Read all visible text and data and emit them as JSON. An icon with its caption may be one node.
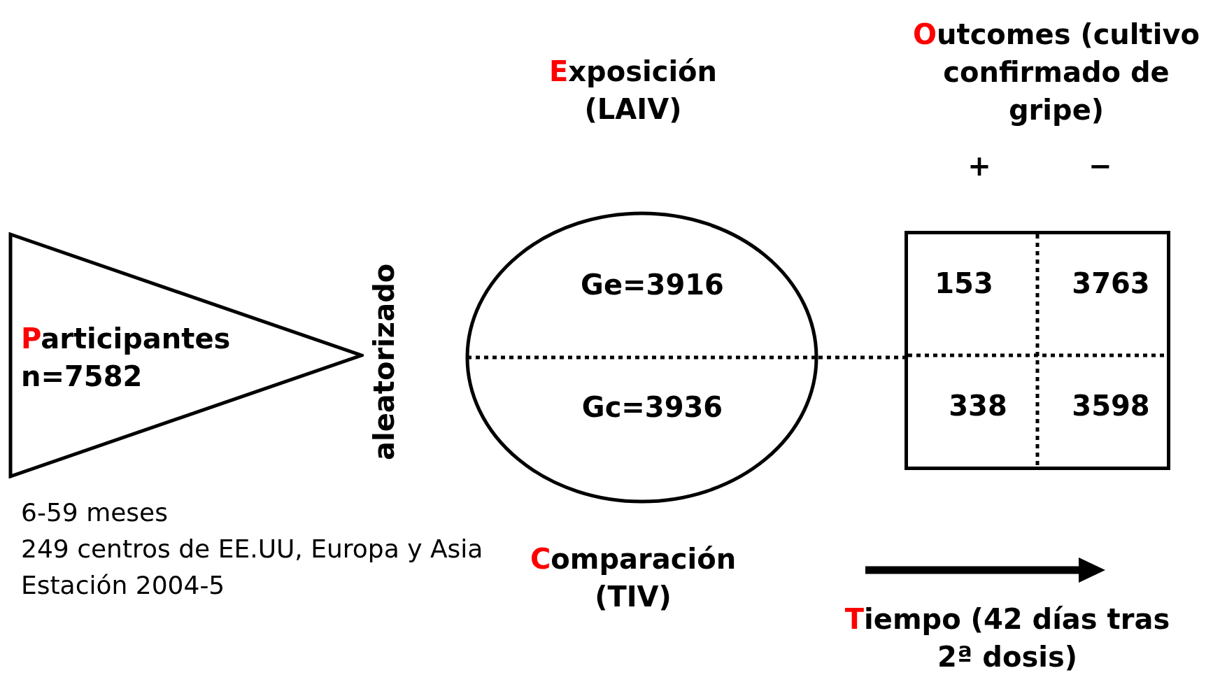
{
  "diagram": {
    "nodes": [
      {
        "text": [
          "Participantes n=7582"
        ],
        "beside": [
          "6-59 meses",
          "249 centros de EE.UU, Europa y Asia",
          "Estación 2004-5"
        ]
      },
      {
        "text": [
          "Ge=3916",
          "Gc=3936"
        ]
      },
      {
        "text": [
          "153",
          "3763",
          "338",
          "3598"
        ]
      }
    ],
    "edges": [
      {
        "from": 1,
        "to": 2,
        "arrow": "none",
        "style": "dashed"
      }
    ],
    "labels": [
      "Outcomes (cultivo confirmado de gripe)",
      "Exposición (LAIV)",
      "+",
      "−",
      "aleatorizado",
      "Comparación (TIV)",
      "Tiempo (42 días tras 2ª dosis)"
    ]
  }
}
